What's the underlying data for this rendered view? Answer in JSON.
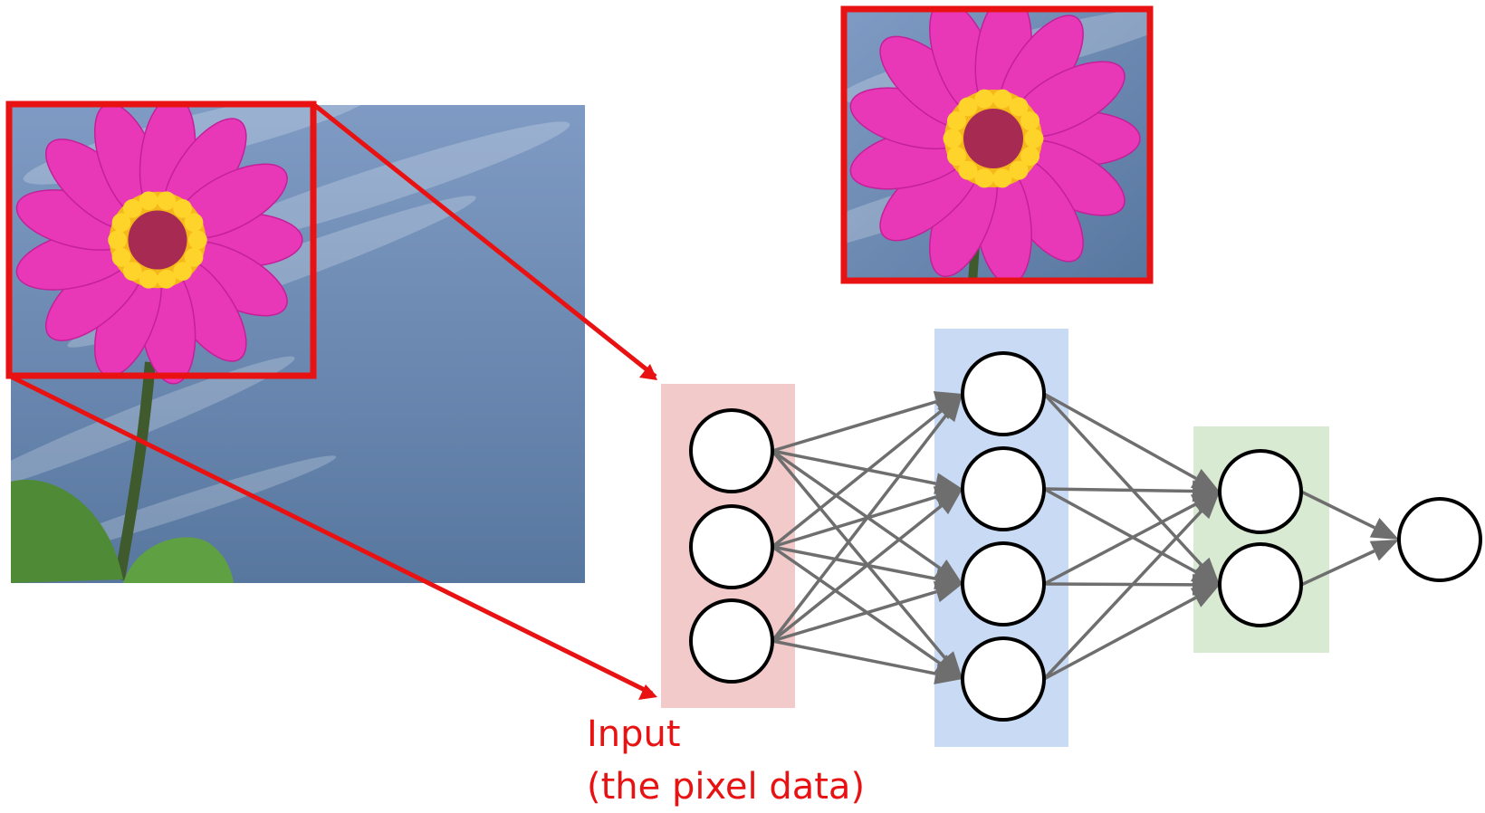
{
  "colors": {
    "highlight_red": "#e81212",
    "sky_top": "#7f9bc4",
    "sky_bottom": "#58779f",
    "petal_magenta": "#e838b8",
    "flower_center_yellow": "#f5b81a",
    "flower_center_dark": "#a62a52",
    "stem_green": "#3f5a2c",
    "leaf_green": "#5a9a3e",
    "input_layer_bg": "#f2caca",
    "hidden_layer_1_bg": "#c9daf5",
    "hidden_layer_2_bg": "#d9ead3",
    "connection_gray": "#6e6e6e",
    "neuron_stroke": "#000000",
    "neuron_fill": "#ffffff"
  },
  "network": {
    "layer_sizes": [
      3,
      4,
      2,
      1
    ]
  },
  "labels": {
    "input_line_1": "Input",
    "input_line_2": "(the pixel data)"
  }
}
